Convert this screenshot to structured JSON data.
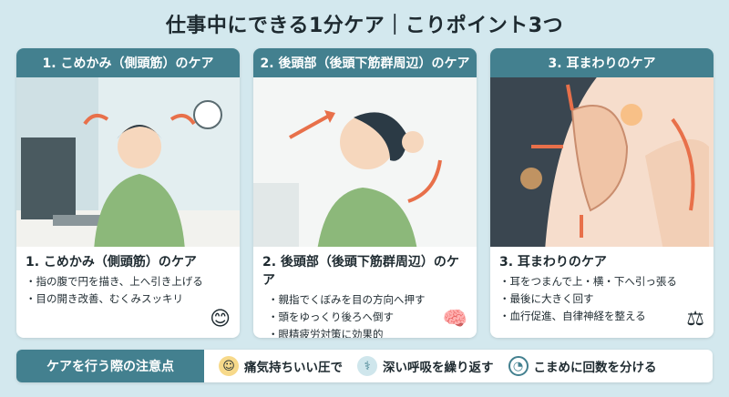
{
  "title": "仕事中にできる1分ケア｜こりポイント3つ",
  "cards": [
    {
      "header": "1. こめかみ（側頭筋）のケア",
      "heading": "1. こめかみ（側頭筋）のケア",
      "points": [
        "指の腹で円を描き、上へ引き上げる",
        "目の開き改善、むくみスッキリ"
      ],
      "icon": "smiling-face-icon"
    },
    {
      "header": "2. 後頭部（後頭下筋群周辺）のケア",
      "heading": "2. 後頭部（後頭下筋群周辺）のケア",
      "points": [
        "親指でくぼみを目の方向へ押す",
        "頭をゆっくり後ろへ倒す",
        "眼精疲労対策に効果的"
      ],
      "icon": "brain-icon"
    },
    {
      "header": "3. 耳まわりのケア",
      "heading": "3. 耳まわりのケア",
      "points": [
        "耳をつまんで上・横・下へ引っ張る",
        "最後に大きく回す",
        "血行促進、自律神経を整える"
      ],
      "icon": "balance-scale-icon"
    }
  ],
  "notes": {
    "label": "ケアを行う際の注意点",
    "items": [
      {
        "icon": "smile-icon",
        "text": "痛気持ちいい圧で"
      },
      {
        "icon": "lungs-icon",
        "text": "深い呼吸を繰り返す"
      },
      {
        "icon": "clock-icon",
        "text": "こまめに回数を分ける"
      }
    ]
  },
  "colors": {
    "accent": "#43808f",
    "background": "#d3e8ee",
    "arrow": "#e8704a"
  }
}
